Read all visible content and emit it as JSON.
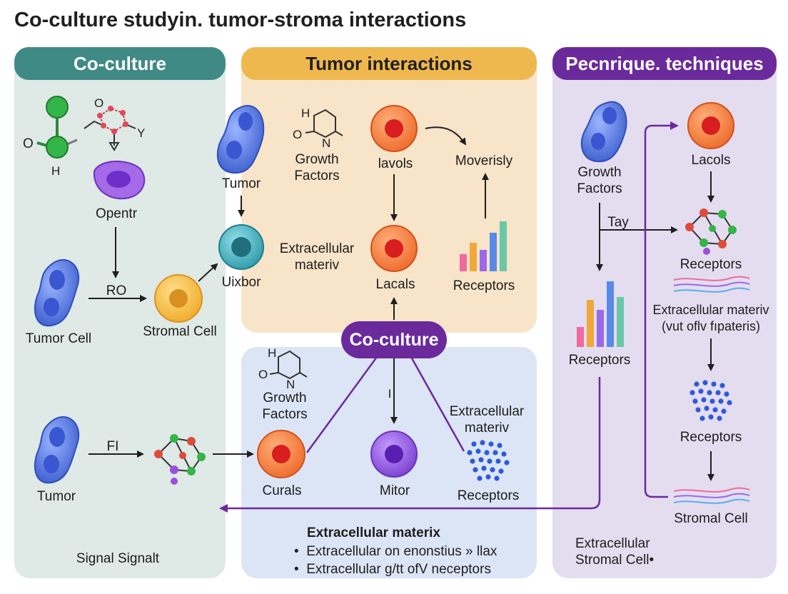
{
  "title": "Co-culture  studyin. tumor-stroma interactions",
  "panels": {
    "left": {
      "header": "Co-culture"
    },
    "middle_top": {
      "header": "Tumor interactions"
    },
    "right": {
      "header": "Pecnrique. techniques"
    },
    "center_badge": "Co-culture"
  },
  "labels": {
    "opentr": "Opentr",
    "ro": "RO",
    "tumor_cell": "Tumor Cell",
    "stromal_cell_left": "Stromal Cell",
    "fi": "FI",
    "tumor_left_bottom": "Tumor",
    "signal": "Signal Signalt",
    "tumor_mid": "Tumor",
    "uixbor": "Uixbor",
    "growth_factors_top": "Growth\nFactors",
    "lavols": "lavols",
    "moverisly": "Moverisly",
    "ecm_top": "Extracellular\nmateriv",
    "lacals": "Lacals",
    "receptors_top": "Receptors",
    "growth_factors_bottom": "Growth\nFactors",
    "curals": "Curals",
    "mitor": "Mitor",
    "ecm_bottom": "Extracellular\nmateriv",
    "receptors_bottom": "Receptors",
    "ii": "I",
    "ecm_list_title": "Extracellular materix",
    "bullet_1": "Extracellular on enonstius » llax",
    "bullet_2": "Extracellular g/tt ofV neceptors",
    "growth_factors_right": "Growth\nFactors",
    "tay": "Tay",
    "receptors_right_chart": "Receptors",
    "lacols_right": "Lacols",
    "receptors_right_1": "Receptors",
    "ecm_right": "Extracellular materiv\n(vut oflv fıpateris)",
    "receptors_right_2": "Receptors",
    "stromal_cell_right": "Stromal Cell",
    "ecm_stromal_bottom": "Extracellular\nStromal Cell•"
  },
  "molecule_text": {
    "o_left": "O",
    "h_left": "H",
    "o_top": "O",
    "y": "Y",
    "h_mid_top": "H",
    "o_mid_top": "O",
    "n_mid_top": "N",
    "h_mid_bot": "H",
    "o_mid_bot": "O",
    "n_mid_bot": "N"
  },
  "colors": {
    "left_panel_bg": "#dfe9e6",
    "left_header": "#3f8a85",
    "middle_top_bg": "#f8e4c8",
    "middle_top_header": "#efb84e",
    "middle_bottom_bg": "#dce5f5",
    "right_panel_bg": "#e4ddf0",
    "right_header": "#6a2a9c",
    "badge": "#6a2a9c",
    "arrow_purple": "#6a2a9c",
    "tumor_blue": "#4a6fd8",
    "stromal_yellow": "#f2b63a",
    "cyan_cell": "#3aa9b8",
    "orange_cell": "#f07a3a",
    "purple_cell": "#8b4fd8"
  },
  "icons": [
    "tumor-cell-icon",
    "stromal-cell-icon",
    "nucleated-cell-icon",
    "molecule-icon",
    "bar-chart-icon",
    "dot-cluster-icon",
    "wave-lines-icon"
  ]
}
